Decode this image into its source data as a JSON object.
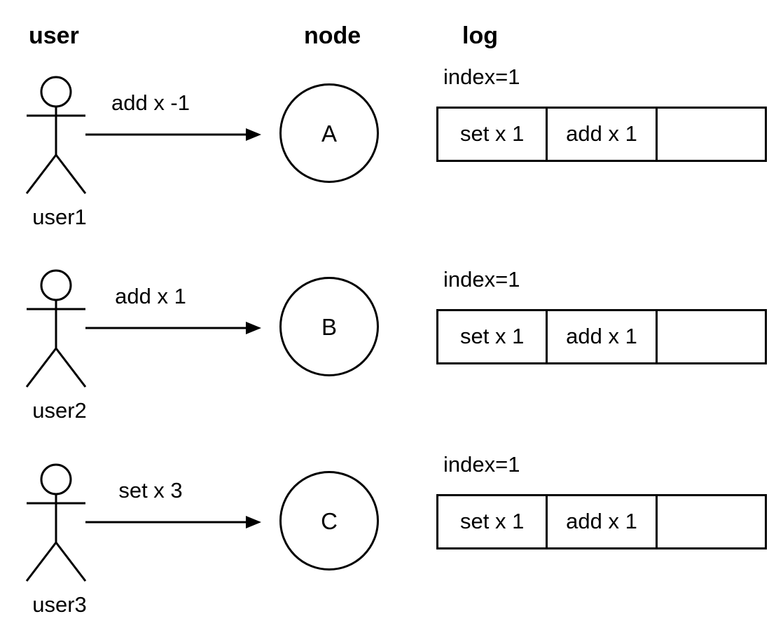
{
  "headers": {
    "user": "user",
    "node": "node",
    "log": "log"
  },
  "rows": [
    {
      "user_name": "user1",
      "message": "add x -1",
      "node_label": "A",
      "log_index_label": "index=1",
      "log_cells": [
        "set x 1",
        "add x 1",
        ""
      ]
    },
    {
      "user_name": "user2",
      "message": "add x 1",
      "node_label": "B",
      "log_index_label": "index=1",
      "log_cells": [
        "set x 1",
        "add x 1",
        ""
      ]
    },
    {
      "user_name": "user3",
      "message": "set x 3",
      "node_label": "C",
      "log_index_label": "index=1",
      "log_cells": [
        "set x 1",
        "add x 1",
        ""
      ]
    }
  ]
}
